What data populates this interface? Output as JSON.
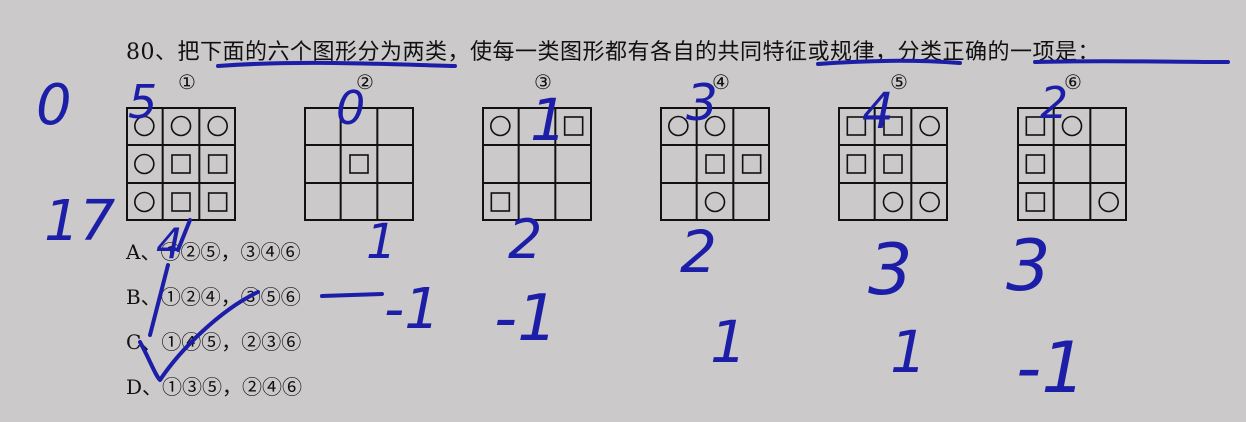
{
  "question": "80、把下面的六个图形分为两类，使每一类图形都有各自的共同特征或规律，分类正确的一项是：",
  "figures": [
    {
      "label": "①",
      "cells": [
        "O",
        "O",
        "O",
        "O",
        "S",
        "S",
        "O",
        "S",
        "S"
      ]
    },
    {
      "label": "②",
      "cells": [
        "",
        "",
        "",
        "",
        "S",
        "",
        "",
        "",
        ""
      ]
    },
    {
      "label": "③",
      "cells": [
        "O",
        "",
        "S",
        "",
        "",
        "",
        "S",
        "",
        ""
      ]
    },
    {
      "label": "④",
      "cells": [
        "O",
        "O",
        "",
        "",
        "S",
        "S",
        "",
        "O",
        ""
      ]
    },
    {
      "label": "⑤",
      "cells": [
        "S",
        "S",
        "O",
        "S",
        "S",
        "",
        "",
        "O",
        "O"
      ]
    },
    {
      "label": "⑥",
      "cells": [
        "S",
        "O",
        "",
        "S",
        "",
        "",
        "S",
        "",
        "O"
      ]
    }
  ],
  "options": [
    {
      "letter": "A、",
      "text": "①②⑤，③④⑥"
    },
    {
      "letter": "B、",
      "text": "①②④，③⑤⑥"
    },
    {
      "letter": "C、",
      "text": "①④⑤，②③⑥"
    },
    {
      "letter": "D、",
      "text": "①③⑤，②④⑥"
    }
  ],
  "handwriting": {
    "color": "#1c1ea8",
    "notes": [
      "0",
      "17",
      "5",
      "0",
      "1",
      "3",
      "4",
      "2",
      "4",
      "1",
      "2",
      "2",
      "3",
      "3",
      "-1",
      "-1",
      "1",
      "1",
      "-1"
    ]
  }
}
